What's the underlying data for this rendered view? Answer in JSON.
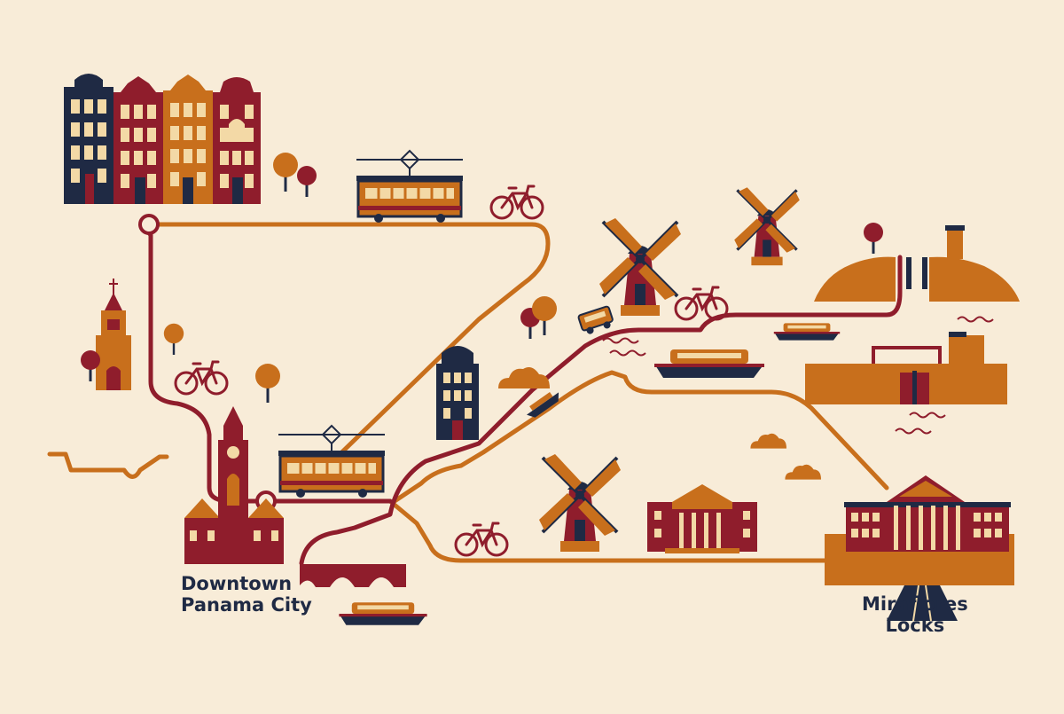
{
  "map": {
    "places": {
      "origin": {
        "line1": "Downtown",
        "line2": "Panama City"
      },
      "destination": {
        "line1": "Miraflores",
        "line2": "Locks"
      }
    },
    "palette": {
      "background": "#f8ecd8",
      "crimson": "#8f1d2c",
      "orange": "#c86f1c",
      "navy": "#1f2a44",
      "cream_window": "#f3d9a6"
    },
    "routes": [
      {
        "name": "route-orange",
        "color": "#c86f1c"
      },
      {
        "name": "route-crimson",
        "color": "#8f1d2c"
      }
    ],
    "icons": [
      "canal-houses-icon",
      "tram-icon",
      "bicycle-icon",
      "windmill-icon",
      "church-icon",
      "boat-icon",
      "drawbridge-icon",
      "town-hall-icon",
      "museum-icon",
      "lock-gate-icon",
      "tree-icon",
      "cloud-icon"
    ]
  }
}
